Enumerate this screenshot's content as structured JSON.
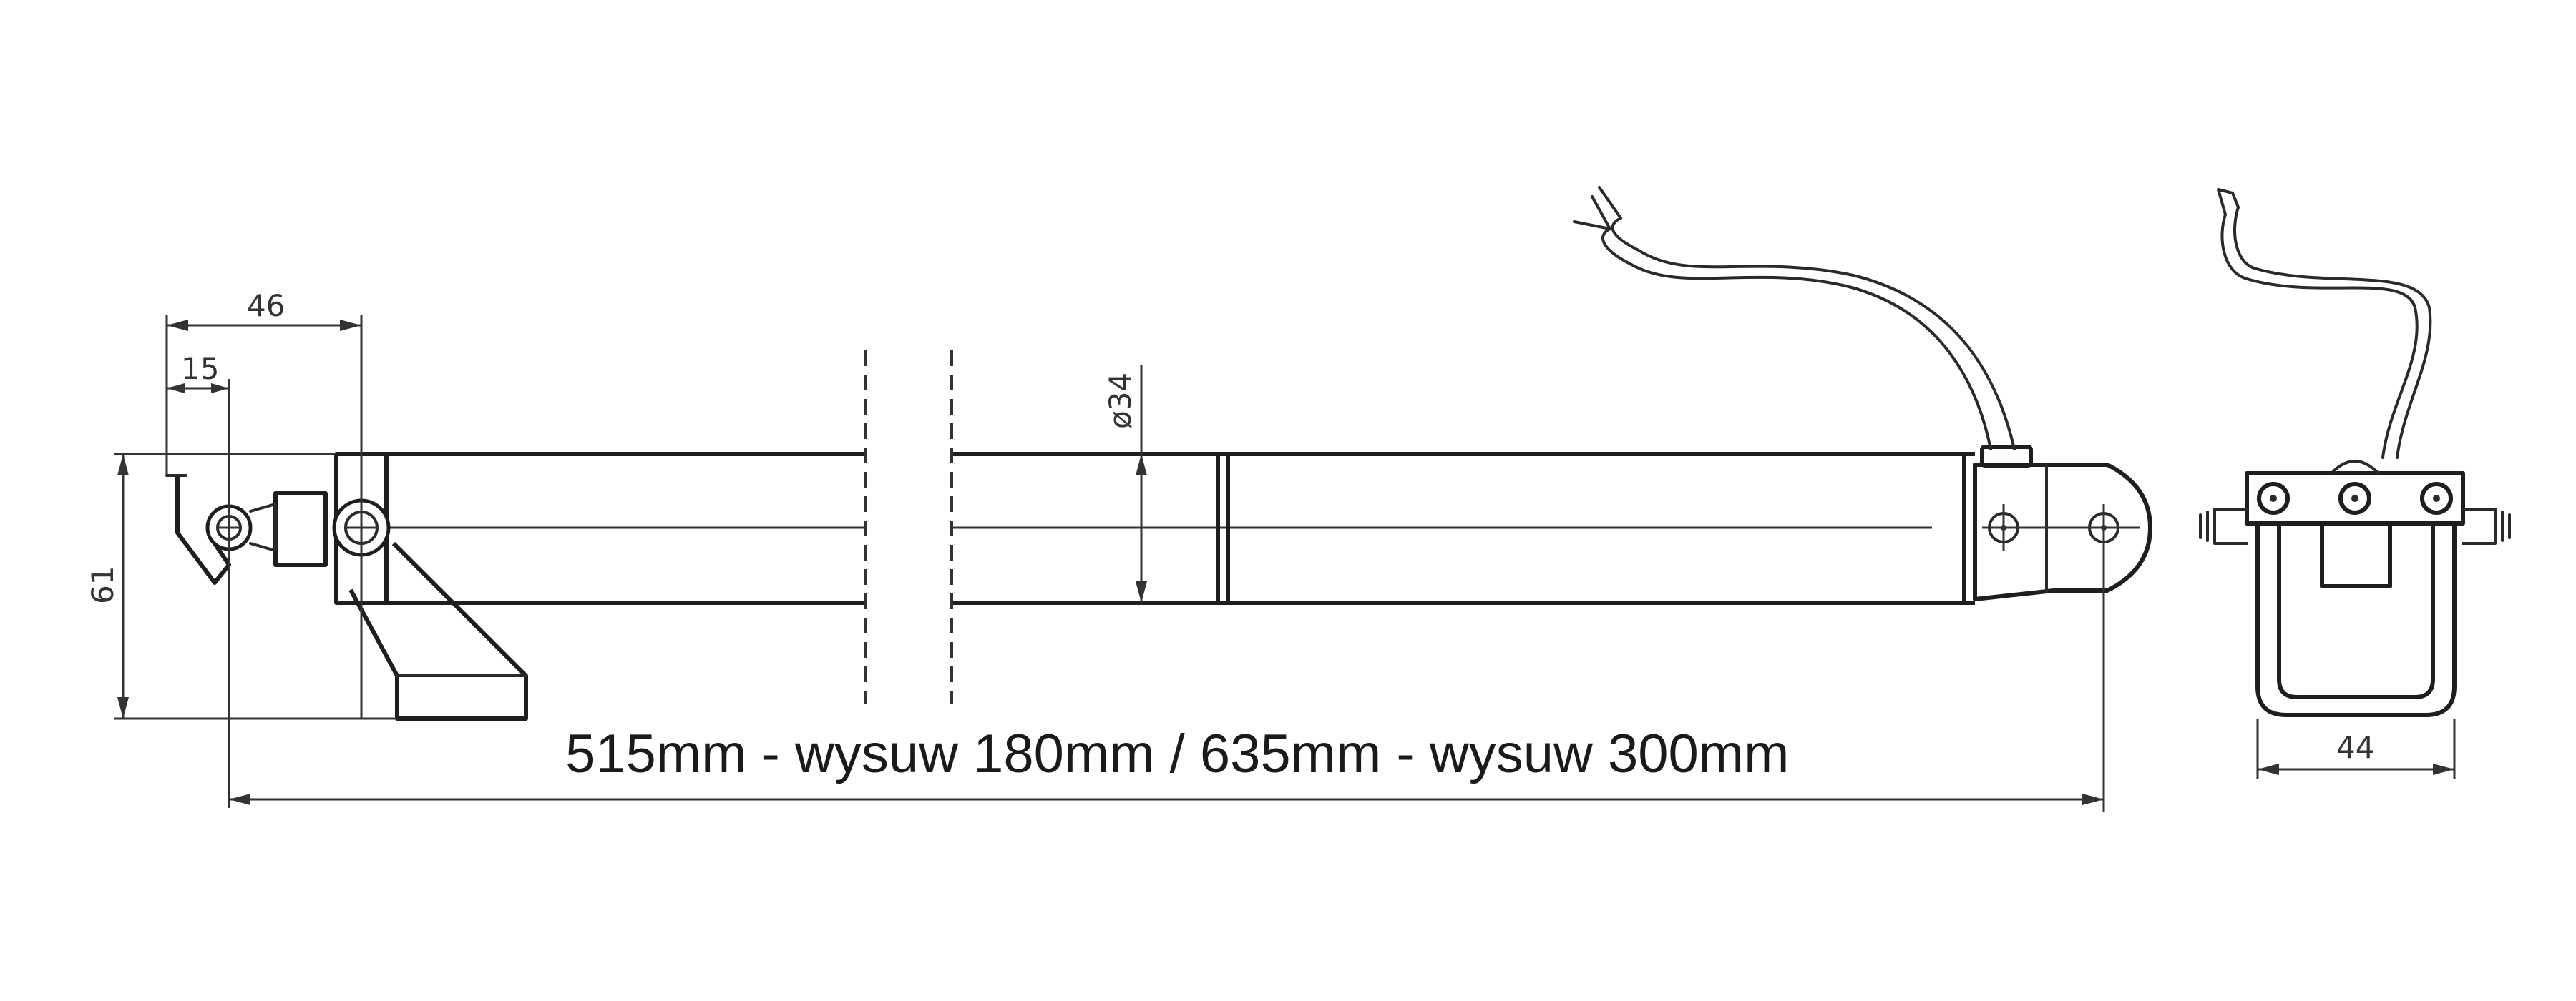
{
  "caption": "515mm - wysuw 180mm / 635mm - wysuw 300mm",
  "dimensions": {
    "d46": "46",
    "d15": "15",
    "d61": "61",
    "d34": "ø34",
    "d44": "44"
  },
  "colors": {
    "line": "#1e1e1e",
    "background": "#ffffff"
  }
}
